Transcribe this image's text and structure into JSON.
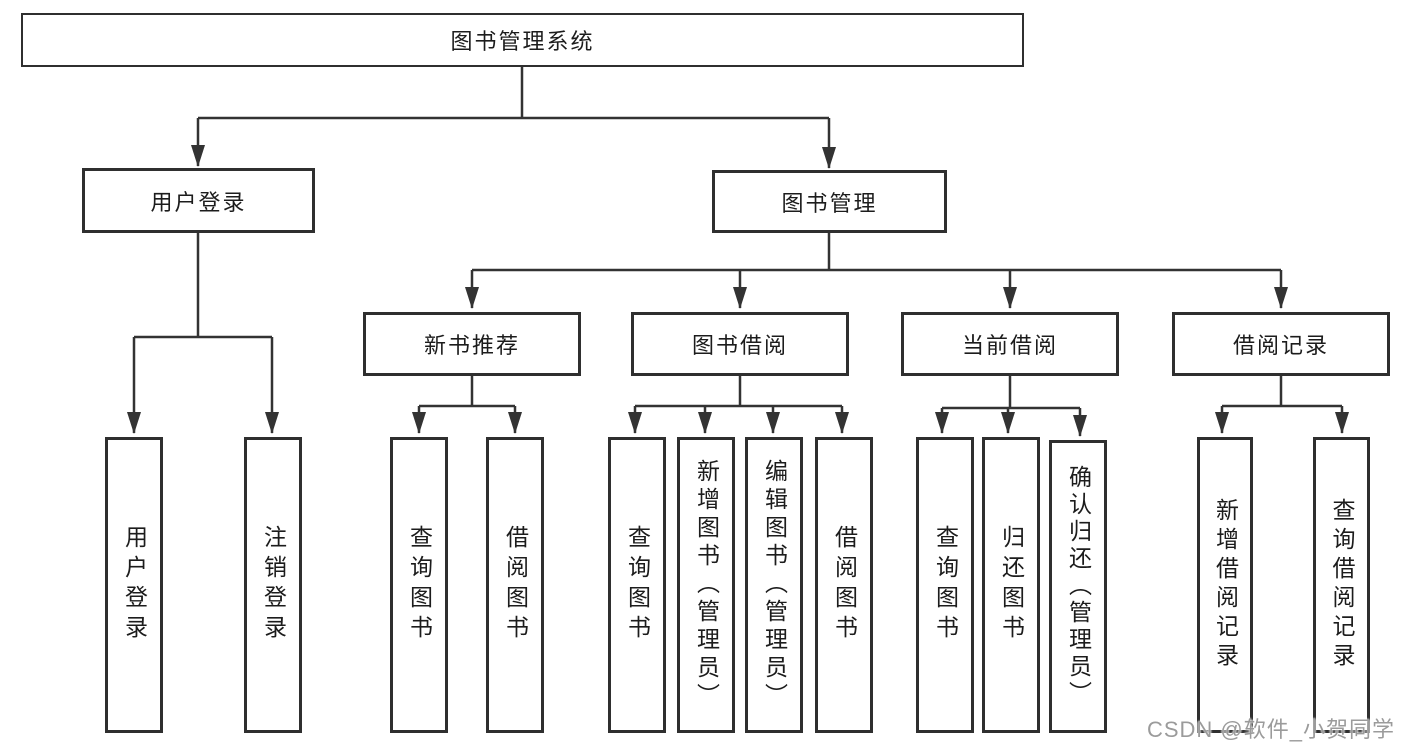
{
  "diagram": {
    "root": {
      "label": "图书管理系统"
    },
    "level2": {
      "user_login": {
        "label": "用户登录"
      },
      "book_management": {
        "label": "图书管理"
      }
    },
    "level3": {
      "new_book_recommend": {
        "label": "新书推荐"
      },
      "book_borrow": {
        "label": "图书借阅"
      },
      "current_borrow": {
        "label": "当前借阅"
      },
      "borrow_records": {
        "label": "借阅记录"
      }
    },
    "leaves": {
      "user_login_group": [
        {
          "label": "用户登录"
        },
        {
          "label": "注销登录"
        }
      ],
      "new_book_group": [
        {
          "label": "查询图书"
        },
        {
          "label": "借阅图书"
        }
      ],
      "book_borrow_group": [
        {
          "label": "查询图书"
        },
        {
          "label": "新增图书（管理员）"
        },
        {
          "label": "编辑图书（管理员）"
        },
        {
          "label": "借阅图书"
        }
      ],
      "current_borrow_group": [
        {
          "label": "查询图书"
        },
        {
          "label": "归还图书"
        },
        {
          "label": "确认归还（管理员）"
        }
      ],
      "borrow_records_group": [
        {
          "label": "新增借阅记录"
        },
        {
          "label": "查询借阅记录"
        }
      ]
    }
  },
  "watermark": {
    "text": "CSDN @软件_小贺同学"
  },
  "colors": {
    "line": "#333333",
    "box_border": "#2f2f2f",
    "text": "#1c1c1c",
    "watermark": "#9b9b9b",
    "background": "#ffffff"
  }
}
